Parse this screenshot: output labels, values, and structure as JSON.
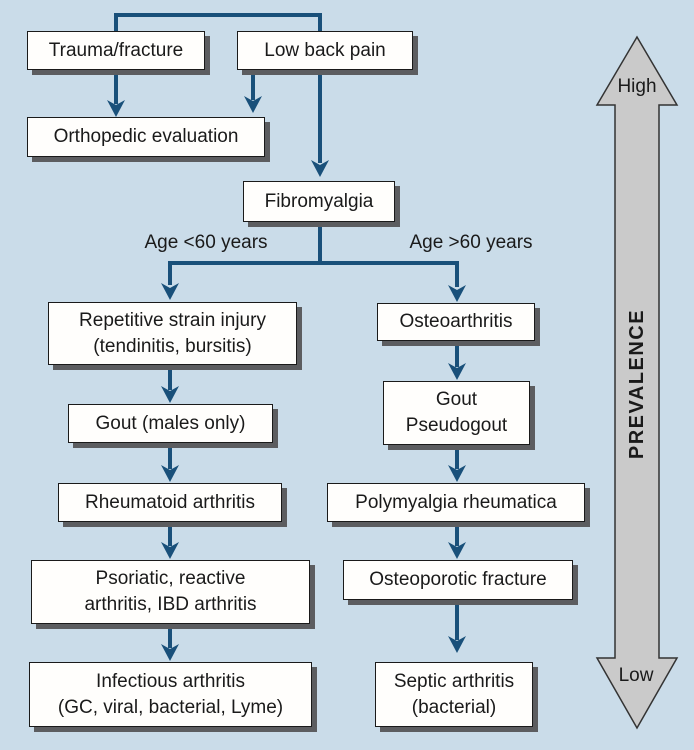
{
  "figure": {
    "type": "flowchart",
    "description": "Diagnostic algorithm for musculoskeletal pain ordered by prevalence"
  },
  "colors": {
    "background": "#cadce9",
    "line": "#19507a",
    "box_fill": "#fffefc",
    "box_border": "#1a1a1a",
    "box_shadow": "#5c5d60",
    "prevalence_arrow_fill": "#cacaca",
    "prevalence_arrow_outline": "#333333",
    "text": "#1a1a1a"
  },
  "nodes": {
    "trauma": {
      "label": "Trauma/fracture"
    },
    "low_back_pain": {
      "label": "Low back pain"
    },
    "orthopedic": {
      "label": "Orthopedic evaluation"
    },
    "fibromyalgia": {
      "label": "Fibromyalgia"
    },
    "repetitive_strain": {
      "label": "Repetitive strain injury\n(tendinitis, bursitis)"
    },
    "gout_males": {
      "label": "Gout (males only)"
    },
    "rheumatoid": {
      "label": "Rheumatoid arthritis"
    },
    "psoriatic": {
      "label": "Psoriatic, reactive\narthritis, IBD arthritis"
    },
    "infectious": {
      "label": "Infectious arthritis\n(GC, viral, bacterial, Lyme)"
    },
    "osteoarthritis": {
      "label": "Osteoarthritis"
    },
    "gout_pseudogout": {
      "label": "Gout\nPseudogout"
    },
    "polymyalgia": {
      "label": "Polymyalgia rheumatica"
    },
    "osteoporotic": {
      "label": "Osteoporotic fracture"
    },
    "septic": {
      "label": "Septic arthritis\n(bacterial)"
    }
  },
  "branches": {
    "left_label": "Age <60 years",
    "right_label": "Age >60 years"
  },
  "prevalence_axis": {
    "high": "High",
    "low": "Low",
    "label": "PREVALENCE"
  },
  "edges": [
    {
      "from": "trauma",
      "to": "orthopedic"
    },
    {
      "from": "low_back_pain",
      "to": "orthopedic"
    },
    {
      "from": "low_back_pain",
      "to": "fibromyalgia"
    },
    {
      "from": "fibromyalgia",
      "to": "repetitive_strain",
      "condition": "Age <60 years"
    },
    {
      "from": "fibromyalgia",
      "to": "osteoarthritis",
      "condition": "Age >60 years"
    },
    {
      "from": "repetitive_strain",
      "to": "gout_males"
    },
    {
      "from": "gout_males",
      "to": "rheumatoid"
    },
    {
      "from": "rheumatoid",
      "to": "psoriatic"
    },
    {
      "from": "psoriatic",
      "to": "infectious"
    },
    {
      "from": "osteoarthritis",
      "to": "gout_pseudogout"
    },
    {
      "from": "gout_pseudogout",
      "to": "polymyalgia"
    },
    {
      "from": "polymyalgia",
      "to": "osteoporotic"
    },
    {
      "from": "osteoporotic",
      "to": "septic"
    }
  ]
}
